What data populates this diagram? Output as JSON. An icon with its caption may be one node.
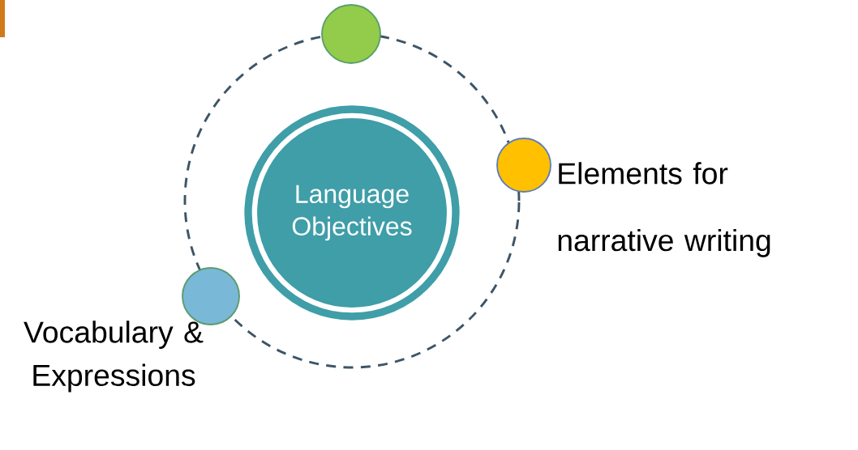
{
  "diagram": {
    "nodes": [
      {
        "text": [
          "Language Objectives"
        ]
      },
      {
        "text": [],
        "shape": "circle"
      },
      {
        "text": [],
        "shape": "circle",
        "beside": [
          "Elements for narrative writing"
        ]
      },
      {
        "text": [],
        "shape": "circle",
        "beside": [
          "Vocabulary & Expressions"
        ]
      }
    ]
  }
}
